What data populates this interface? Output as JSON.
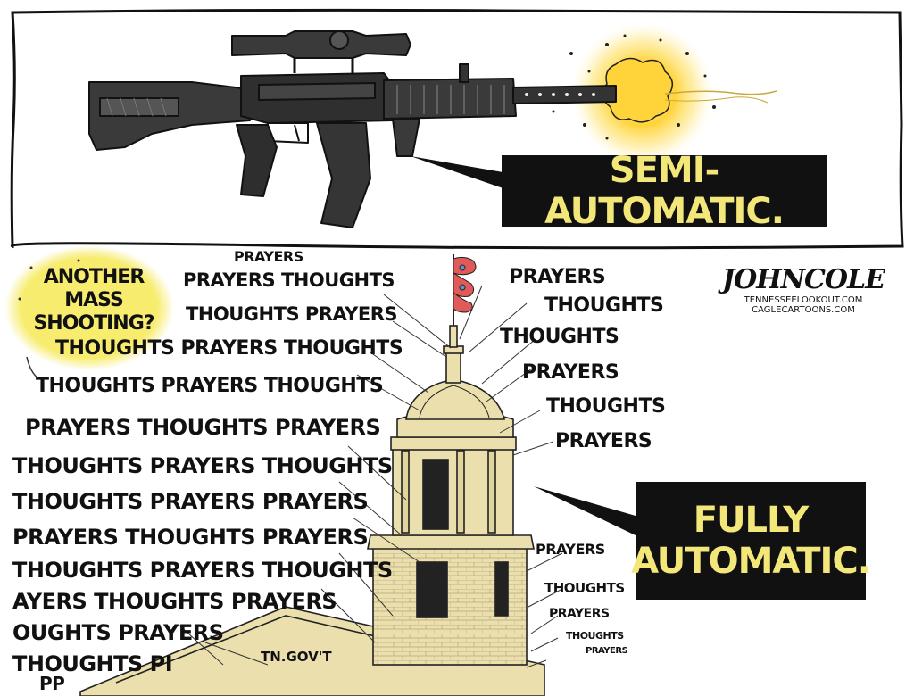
{
  "top_panel": {
    "caption": "SEMI-AUTOMATIC."
  },
  "bottom_panel": {
    "bubble_left": "ANOTHER MASS SHOOTING?",
    "bubble_right": "FULLY AUTOMATIC.",
    "building_sign": "TN.GOV'T",
    "signature": "JOHNCOLE",
    "credit_line_1": "TENNESSEELOOKOUT.COM",
    "credit_line_2": "CAGLECARTOONS.COM",
    "left_words": [
      "PRAYERS",
      "PRAYERS THOUGHTS",
      "THOUGHTS PRAYERS",
      "THOUGHTS PRAYERS THOUGHTS",
      "THOUGHTS PRAYERS THOUGHTS",
      "PRAYERS THOUGHTS PRAYERS",
      "THOUGHTS PRAYERS THOUGHTS",
      "THOUGHTS PRAYERS PRAYERS",
      "PRAYERS THOUGHTS PRAYERS",
      "THOUGHTS PRAYERS THOUGHTS",
      "AYERS THOUGHTS PRAYERS",
      "OUGHTS PRAYERS",
      "THOUGHTS PI",
      "PP"
    ],
    "right_words": [
      "PRAYERS",
      "THOUGHTS",
      "THOUGHTS",
      "PRAYERS",
      "THOUGHTS",
      "PRAYERS"
    ],
    "lower_right_words": [
      "PRAYERS",
      "THOUGHTS",
      "PRAYERS",
      "THOUGHTS",
      "PRAYERS"
    ]
  },
  "colors": {
    "bubble_yellow": "#f7ec6e",
    "caption_text": "#f3e77a",
    "building_fill": "#ebe0ad",
    "muzzle_flash": "#ffd43a"
  }
}
